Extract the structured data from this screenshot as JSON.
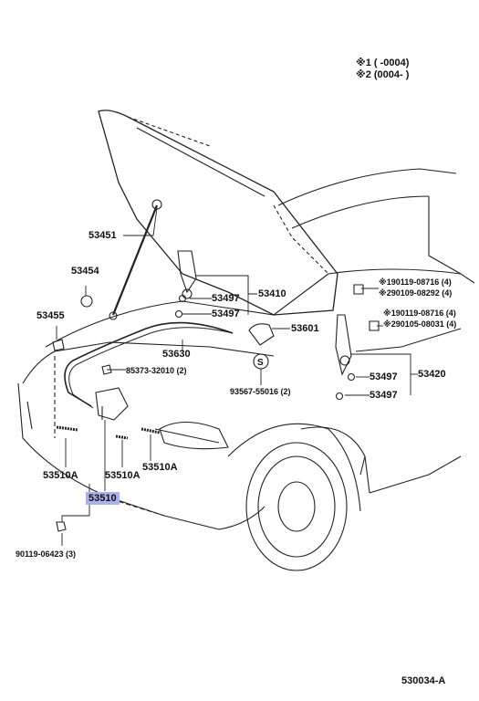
{
  "notes": {
    "n1_mark": "※1",
    "n1_text": "(        -0004)",
    "n2_mark": "※2",
    "n2_text": "(0004-        )"
  },
  "parts": {
    "p53451": "53451",
    "p53454": "53454",
    "p53455": "53455",
    "p53497a": "53497",
    "p53497b": "53497",
    "p53410": "53410",
    "p53630": "53630",
    "p85373": "85373-32010 (2)",
    "p53601": "53601",
    "p93567": "93567-55016 (2)",
    "p53420": "53420",
    "p53497c": "53497",
    "p53497d": "53497",
    "b1": "※190119-08716 (4)",
    "b2": "※290109-08292 (4)",
    "b3": "※190119-08716 (4)",
    "b4": "※290105-08031 (4)",
    "p53510A1": "53510A",
    "p53510A2": "53510A",
    "p53510A3": "53510A",
    "p53510": "53510",
    "p90119": "90119-06423 (3)"
  },
  "s_marker": "S",
  "diagram_code": "530034-A"
}
